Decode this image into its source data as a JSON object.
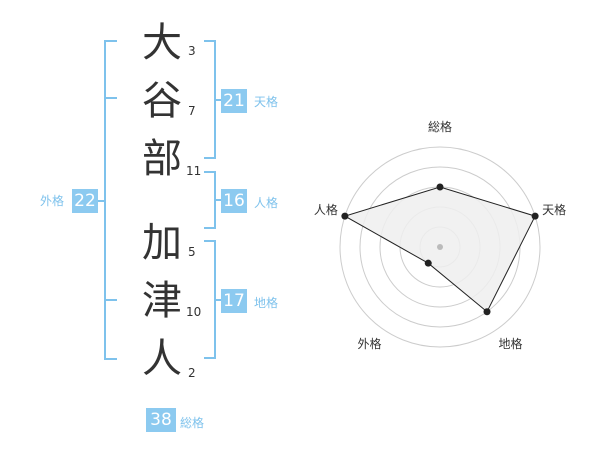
{
  "name": {
    "characters": [
      "大",
      "谷",
      "部",
      "加",
      "津",
      "人"
    ],
    "strokes": [
      "3",
      "7",
      "11",
      "5",
      "10",
      "2"
    ]
  },
  "fortunes": {
    "tenkaku": {
      "value": "21",
      "label": "天格"
    },
    "jinkaku": {
      "value": "16",
      "label": "人格"
    },
    "chikaku": {
      "value": "17",
      "label": "地格"
    },
    "gaikaku": {
      "value": "22",
      "label": "外格"
    },
    "soukaku": {
      "value": "38",
      "label": "総格"
    }
  },
  "chart_data": {
    "type": "radar",
    "axes": [
      "総格",
      "天格",
      "地格",
      "外格",
      "人格"
    ],
    "scores": [
      3,
      5,
      4,
      1,
      5
    ],
    "max": 5,
    "rings": 5,
    "colors": {
      "fill": "#eeeeee",
      "line": "#222222",
      "grid": "#cccccc",
      "center": "#bbbbbb"
    }
  },
  "theme": {
    "accent": "#7ec2ec",
    "badge": "#8ccaf0"
  }
}
